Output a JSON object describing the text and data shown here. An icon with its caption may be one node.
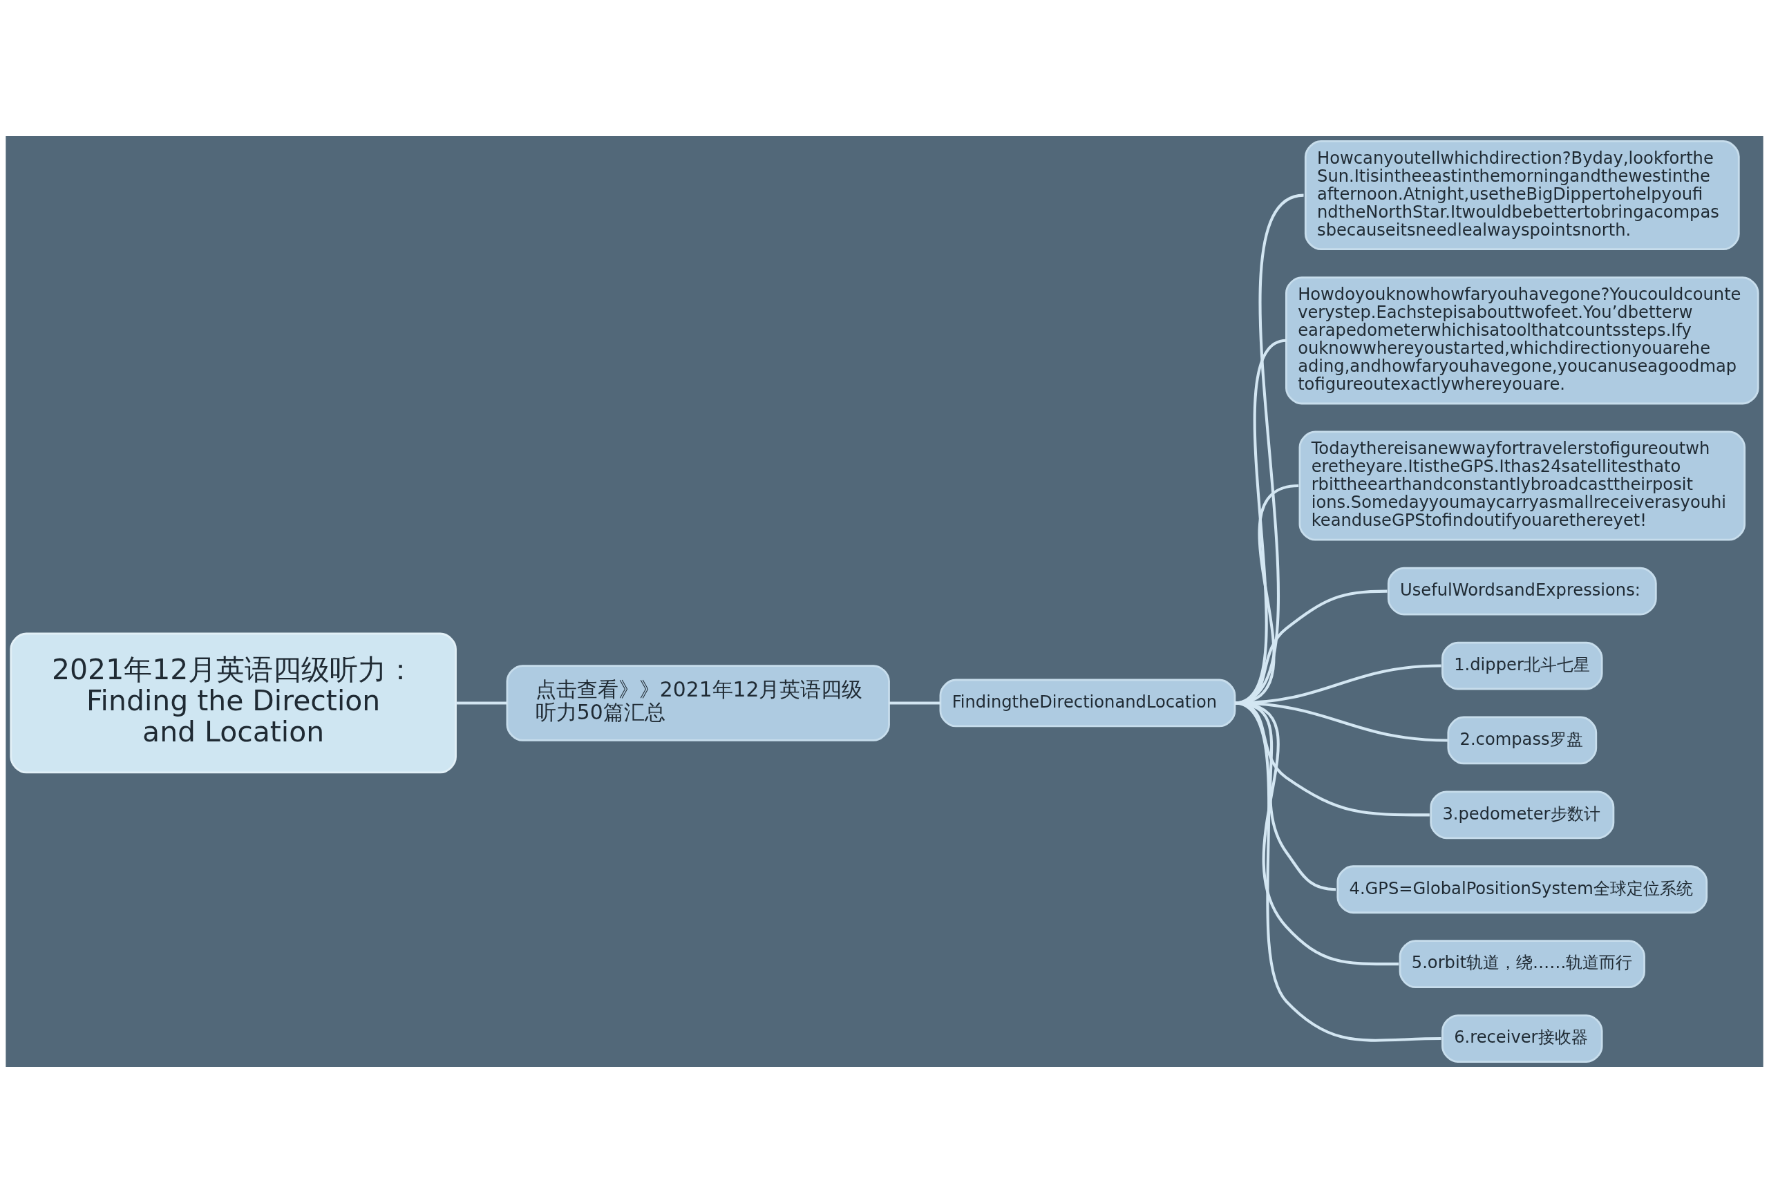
{
  "diagram": {
    "nodes": [
      {
        "text": [
          "2021年12月英语四级听力：Finding the Direction and Location"
        ]
      },
      {
        "text": [
          "点击查看》》2021年12月英语四级听力50篇汇总"
        ]
      },
      {
        "text": [
          "FindingtheDirectionandLocation"
        ]
      },
      {
        "text": [
          "Howcanyoutellwhichdirection?Byday,lookfortheSun.Itisintheeastinthemorningandthewestintheafternoon.Atnight,usetheBigDippertohelpyoufindtheNorthStar.Itwouldbebettertobringacompassbecauseitsneedlealwayspointsnorth."
        ]
      },
      {
        "text": [
          "Howdoyouknowhowfaryouhavegone?Youcouldcounteverystep.Eachstepisabouttwofeet.You’dbetterwearapedometerwhichisatoolthatcountssteps.Ifyouknowwhereyoustarted,whichdirectionyouareheading,andhowfaryouhavegone,youcanuseagoodmaptofigureoutexactlywhereyouare."
        ]
      },
      {
        "text": [
          "Todaythereisanewwayfortravelerstofigureoutwheretheyare.ItistheGPS.Ithas24satellitesthatorbittheearthandconstantlybroadcasttheirpositions.SomedayyoumaycarryasmallreceiverasyouhikeanduseGPStofindoutifyouarethereyet!"
        ]
      },
      {
        "text": [
          "UsefulWordsandExpressions:"
        ]
      },
      {
        "text": [
          "1.dipper北斗七星"
        ]
      },
      {
        "text": [
          "2.compass罗盘"
        ]
      },
      {
        "text": [
          "3.pedometer步数计"
        ]
      },
      {
        "text": [
          "4.GPS=GlobalPositionSystem全球定位系统"
        ]
      },
      {
        "text": [
          "5.orbit轨道，绕……轨道而行"
        ]
      },
      {
        "text": [
          "6.receiver接收器"
        ]
      }
    ],
    "edges": [
      {
        "from": 0,
        "to": 1,
        "arrow": "none"
      },
      {
        "from": 1,
        "to": 2,
        "arrow": "none"
      },
      {
        "from": 2,
        "to": 3,
        "arrow": "none"
      },
      {
        "from": 2,
        "to": 4,
        "arrow": "none"
      },
      {
        "from": 2,
        "to": 5,
        "arrow": "none"
      },
      {
        "from": 2,
        "to": 6,
        "arrow": "none"
      },
      {
        "from": 2,
        "to": 7,
        "arrow": "none"
      },
      {
        "from": 2,
        "to": 8,
        "arrow": "none"
      },
      {
        "from": 2,
        "to": 9,
        "arrow": "none"
      },
      {
        "from": 2,
        "to": 10,
        "arrow": "none"
      },
      {
        "from": 2,
        "to": 11,
        "arrow": "none"
      },
      {
        "from": 2,
        "to": 12,
        "arrow": "none"
      }
    ]
  }
}
